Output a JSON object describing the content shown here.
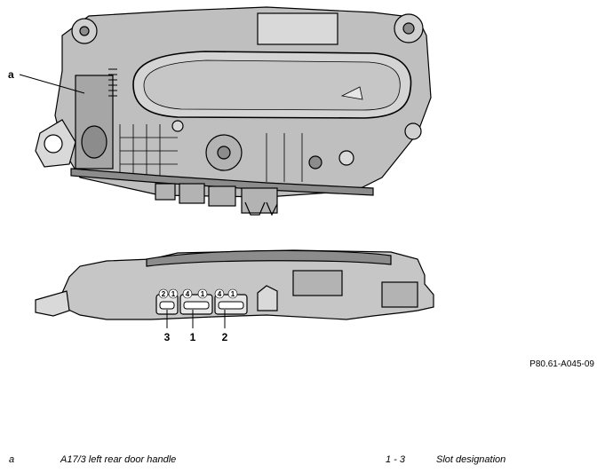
{
  "callouts": {
    "a": "a",
    "slot3": "3",
    "slot1": "1",
    "slot2": "2"
  },
  "pins": {
    "c3_left": "2",
    "c3_right": "1",
    "c1_left": "4",
    "c1_right": "1",
    "c2_left": "4",
    "c2_right": "1"
  },
  "figure_ref": "P80.61-A045-09",
  "legend": [
    {
      "key": "a",
      "text": "A17/3 left rear door handle"
    },
    {
      "key": "1 - 3",
      "text": "Slot designation"
    }
  ]
}
